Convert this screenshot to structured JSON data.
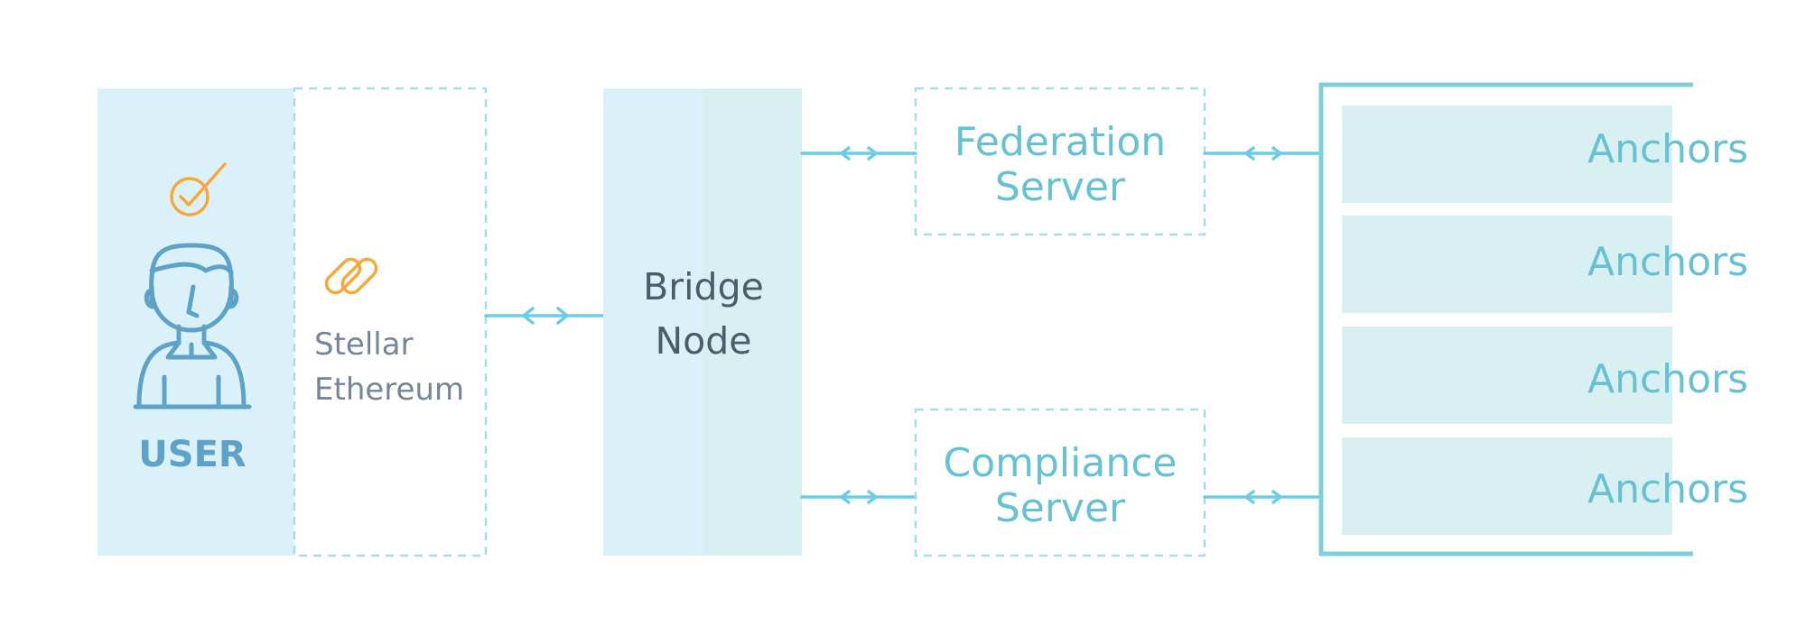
{
  "user": {
    "label": "USER"
  },
  "wallet": {
    "lines": [
      "Stellar",
      "Ethereum"
    ]
  },
  "bridge": {
    "lines": [
      "Bridge",
      "Node"
    ]
  },
  "federation": {
    "lines": [
      "Federation",
      "Server"
    ]
  },
  "compliance": {
    "lines": [
      "Compliance",
      "Server"
    ]
  },
  "anchors": [
    {
      "label": "Anchors"
    },
    {
      "label": "Anchors"
    },
    {
      "label": "Anchors"
    },
    {
      "label": "Anchors"
    }
  ],
  "colors": {
    "light_blue": "#dbf1fa",
    "light_teal": "#d9f0f2",
    "line": "#6ccbe5",
    "dash": "#a8ddee",
    "anchor_frame": "#7fcfd9",
    "icon_orange": "#f6a93a",
    "user_icon": "#5ea3c7"
  }
}
